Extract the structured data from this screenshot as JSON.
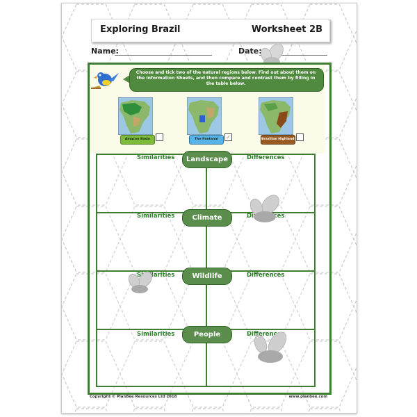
{
  "header": {
    "title": "Exploring Brazil",
    "worksheet": "Worksheet 2B",
    "name_label": "Name:",
    "date_label": "Date:"
  },
  "instructions": "Choose and tick two of the natural regions below. Find out about them on the Information Sheets, and then compare and contrast them by filling in the table below.",
  "regions": [
    {
      "label": "Amazon Basin",
      "label_color": "#7dbb3a",
      "ticked": false
    },
    {
      "label": "The Pantanal",
      "label_color": "#58b4e8",
      "ticked": true
    },
    {
      "label": "Brazilian Highlands",
      "label_color": "#9a5b22",
      "ticked": false
    }
  ],
  "table": {
    "similarities_label": "Similarities",
    "differences_label": "Differences",
    "categories": [
      "Landscape",
      "Climate",
      "Wildlife",
      "People"
    ]
  },
  "footer": {
    "copyright": "Copyright © PlanBee Resources Ltd 2018",
    "website": "www.planbee.com"
  },
  "colors": {
    "accent_green": "#3e7d32",
    "pill_green": "#5b8e4c",
    "heading_green": "#2e7f2a"
  }
}
